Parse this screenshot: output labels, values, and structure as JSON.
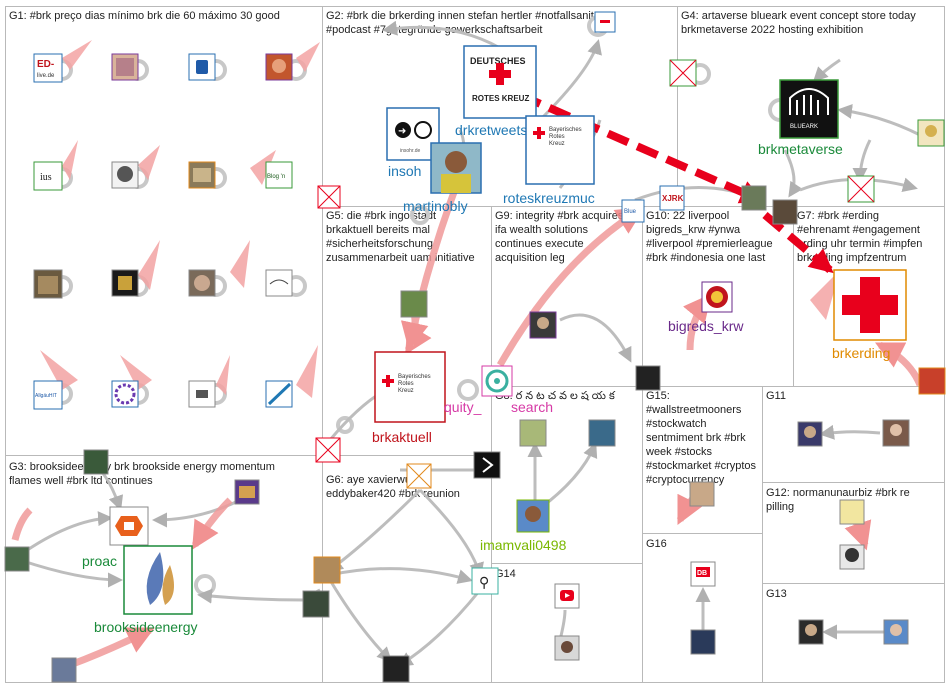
{
  "colors": {
    "box_border": "#b9b9b9",
    "edge_light": "#c2c2c2",
    "edge_dark": "#9a9a9a",
    "edge_red": "#ef6b6b",
    "edge_red_strong": "#e8001c",
    "node_border_blue": "#2a6fb0",
    "node_border_green": "#3a9a3a",
    "node_border_red": "#d11a1a",
    "node_border_orange": "#e28a1c",
    "node_border_purple": "#7a3a9a",
    "label_blue": "#1f78b4",
    "label_green": "#1a8a3a",
    "label_red": "#c0141c",
    "label_purple": "#6a2a8a",
    "label_orange": "#e08a00",
    "label_magenta": "#d63aa6",
    "label_lime": "#7ab800"
  },
  "groups": [
    {
      "id": "G1",
      "text": "G1: #brk preço dias mínimo brk die 60 máximo 30 good"
    },
    {
      "id": "G2",
      "text": "G2: #brk die brkerding innen stefan hertler #notfallsanitäter #podcast #7gutegründe gewerkschaftsarbeit"
    },
    {
      "id": "G3",
      "text": "G3: brooksideenergy brk brookside energy momentum flames well #brk ltd continues"
    },
    {
      "id": "G4",
      "text": "G4: artaverse blueark event concept store today brkmetaverse 2022 hosting exhibition"
    },
    {
      "id": "G5",
      "text": "G5: die #brk ingolstadt brkaktuell bereits mal #sicherheitsforschung zusammenarbeit uam initiative"
    },
    {
      "id": "G6",
      "text": "G6: aye xavierwulf eddybaker420 #brk reunion"
    },
    {
      "id": "G7",
      "text": "G7: #brk #erding #ehrenamt #engagement erding uhr termin #impfen brkerding impfzentrum"
    },
    {
      "id": "G8",
      "text": "G8: ర న ట చ వ ల ష య క"
    },
    {
      "id": "G9",
      "text": "G9: integrity #brk acquires ifa wealth solutions continues execute acquisition leg"
    },
    {
      "id": "G10",
      "text": "G10: 22 liverpool bigreds_krw #ynwa #liverpool #premierleague #brk #indonesia one last"
    },
    {
      "id": "G11",
      "text": "G11"
    },
    {
      "id": "G12",
      "text": "G12: normanunaurbiz #brk re pilling"
    },
    {
      "id": "G13",
      "text": "G13"
    },
    {
      "id": "G14",
      "text": "G14"
    },
    {
      "id": "G15",
      "text": "G15: #wallstreetmooners #stockwatch sentmiment brk #brk week #stocks #stockmarket #cryptos #cryptocurrency"
    },
    {
      "id": "G16",
      "text": "G16"
    }
  ],
  "node_labels": [
    {
      "id": "drkretweets",
      "text": "drkretweets"
    },
    {
      "id": "insoh",
      "text": "insoh"
    },
    {
      "id": "martinobly",
      "text": "martinobly"
    },
    {
      "id": "roteskreuzmuc",
      "text": "roteskreuzmuc"
    },
    {
      "id": "brkmetaverse",
      "text": "brkmetaverse"
    },
    {
      "id": "brkaktuell",
      "text": "brkaktuell"
    },
    {
      "id": "bigreds_krw",
      "text": "bigreds_krw"
    },
    {
      "id": "brkerding",
      "text": "brkerding"
    },
    {
      "id": "quity",
      "text": "quity_"
    },
    {
      "id": "search",
      "text": "search"
    },
    {
      "id": "proac",
      "text": "proac"
    },
    {
      "id": "brooksideenergy",
      "text": "brooksideenergy"
    },
    {
      "id": "imamvali0498",
      "text": "imamvali0498"
    }
  ],
  "logo_text": {
    "drk_top": "DEUTSCHES",
    "drk_bottom": "ROTES KREUZ",
    "brk_line1": "Bayerisches",
    "brk_line2": "Rotes",
    "brk_line3": "Kreuz",
    "insoh_caption": "insohr.de",
    "blueark": "BLUEARK",
    "db": "DB",
    "ius": "ius",
    "ed": "ED-",
    "ed_sub": "live.de",
    "blog": "Blog 'n",
    "allgaeu": "AllgäuHIT",
    "brkjrk": "XJRK",
    "blue_mini": "Blue"
  }
}
